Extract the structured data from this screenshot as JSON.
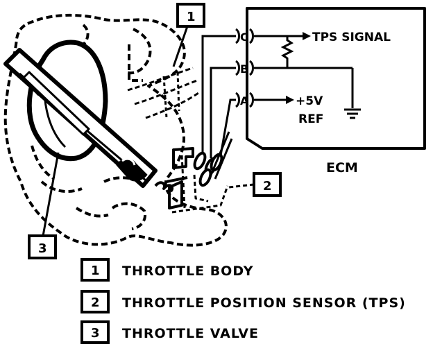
{
  "diagram": {
    "callouts": [
      {
        "number": "1"
      },
      {
        "number": "2"
      },
      {
        "number": "3"
      }
    ],
    "ecm": {
      "title": "ECM",
      "tps_signal": "TPS SIGNAL",
      "plus5v": "+5V",
      "ref": "REF"
    },
    "pins": [
      {
        "letter": "C"
      },
      {
        "letter": "B"
      },
      {
        "letter": "A"
      }
    ]
  },
  "legend": [
    {
      "number": "1",
      "label": "THROTTLE BODY"
    },
    {
      "number": "2",
      "label": "THROTTLE POSITION SENSOR (TPS)"
    },
    {
      "number": "3",
      "label": "THROTTLE VALVE"
    }
  ],
  "colors": {
    "ink": "#000000",
    "paper": "#ffffff"
  }
}
